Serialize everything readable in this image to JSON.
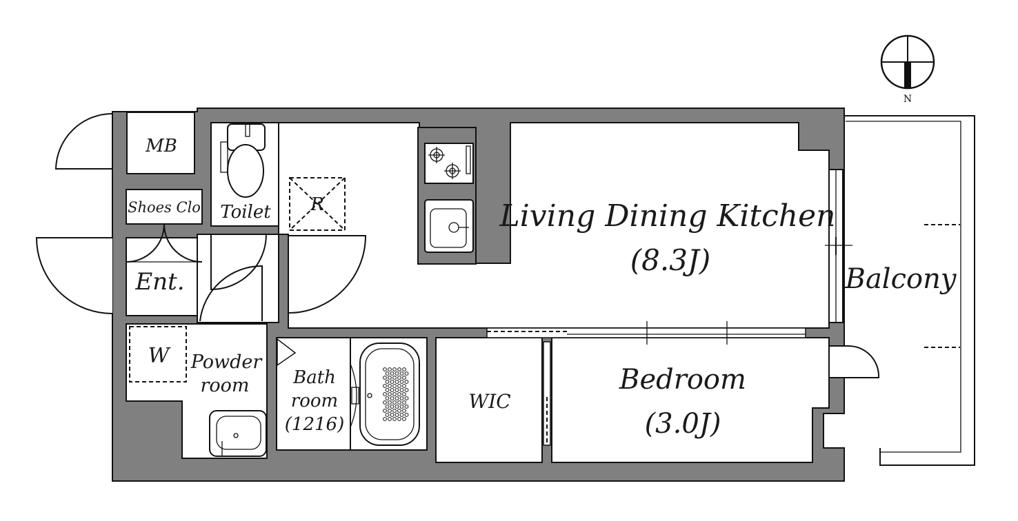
{
  "rooms": {
    "mb": "MB",
    "shoes_closet": "Shoes Clo",
    "toilet": "Toilet",
    "refrigerator": "R",
    "entrance": "Ent.",
    "washer": "W",
    "powder_room_line1": "Powder",
    "powder_room_line2": "room",
    "bath_line1": "Bath",
    "bath_line2": "room",
    "bath_size": "(1216)",
    "wic": "WIC",
    "ldk": "Living Dining Kitchen",
    "ldk_size": "(8.3J)",
    "bedroom": "Bedroom",
    "bedroom_size": "(3.0J)",
    "balcony": "Balcony"
  },
  "compass": {
    "label": "N"
  },
  "colors": {
    "wall": "#808080",
    "line": "#111111",
    "floor": "#ffffff"
  }
}
